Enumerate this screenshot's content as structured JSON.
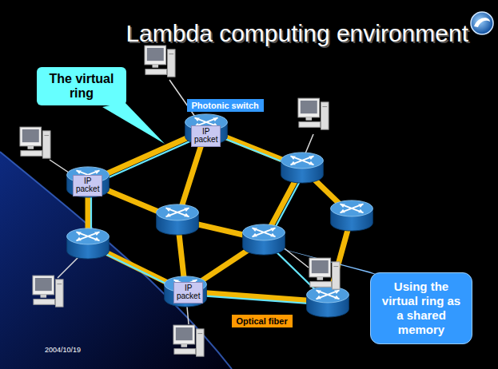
{
  "diagram": {
    "title": "Lambda computing environment",
    "nodes": [
      {
        "text": [
          "The virtual ring"
        ]
      },
      {
        "text": [
          "Photonic switch"
        ]
      },
      {
        "text": [
          "IP packet"
        ]
      },
      {
        "text": [
          "IP packet"
        ]
      },
      {
        "text": [
          "IP packet"
        ]
      },
      {
        "text": [
          "Using the virtual ring as a shared memory"
        ]
      },
      {
        "text": [
          "Optical fiber"
        ]
      }
    ],
    "labels": [
      "2004/10/19"
    ]
  }
}
